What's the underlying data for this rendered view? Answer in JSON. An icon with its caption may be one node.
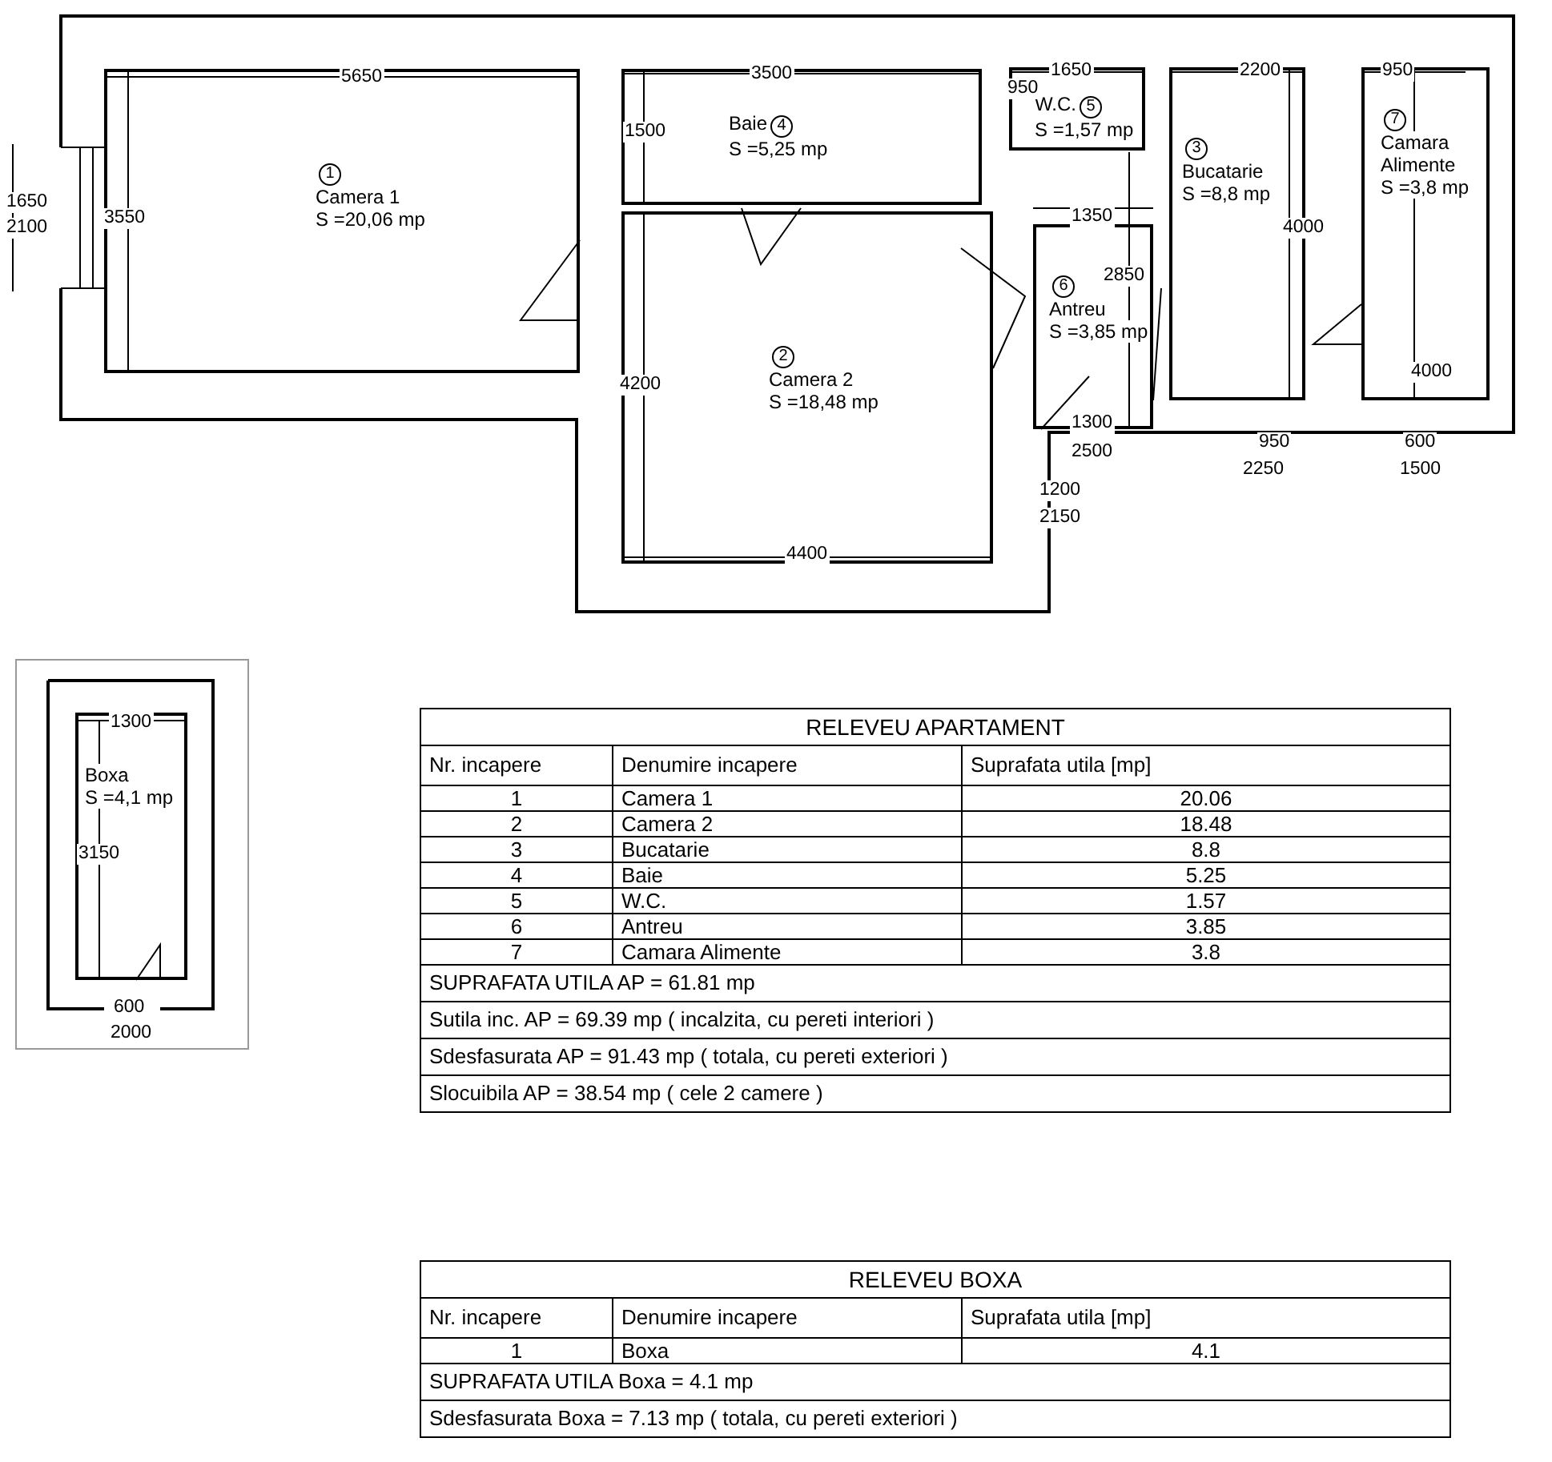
{
  "diagram": {
    "nodes": [
      {
        "text": [
          "1",
          "Camera 1",
          "S =20,06 mp"
        ]
      },
      {
        "text": [
          "Baie",
          "4",
          "S =5,25 mp"
        ]
      },
      {
        "text": [
          "W.C.",
          "5",
          "S =1,57 mp"
        ]
      },
      {
        "text": [
          "3",
          "Bucatarie",
          "S =8,8 mp"
        ]
      },
      {
        "text": [
          "7",
          "Camara Alimente",
          "S =3,8 mp"
        ]
      },
      {
        "text": [
          "2",
          "Camera 2",
          "S =18,48 mp"
        ]
      },
      {
        "text": [
          "6",
          "Antreu",
          "S =3,85 mp"
        ]
      },
      {
        "text": [
          "Boxa",
          "S =4,1 mp"
        ]
      }
    ],
    "edges": [],
    "labels": [
      "5650",
      "3500",
      "1650",
      "2200",
      "950",
      "950",
      "1500",
      "1650",
      "2100",
      "3550",
      "1350",
      "2850",
      "4000",
      "4200",
      "4000",
      "1300",
      "2500",
      "950",
      "2250",
      "600",
      "1500",
      "1200",
      "2150",
      "4400",
      "1300",
      "3150",
      "600",
      "2000",
      "RELEVEU APARTAMENT",
      "Nr. incapere",
      "Denumire incapere",
      "Suprafata utila [mp]",
      "1",
      "Camera 1",
      "20.06",
      "2",
      "Camera 2",
      "18.48",
      "3",
      "Bucatarie",
      "8.8",
      "4",
      "Baie",
      "5.25",
      "5",
      "W.C.",
      "1.57",
      "6",
      "Antreu",
      "3.85",
      "7",
      "Camara Alimente",
      "3.8",
      "SUPRAFATA UTILA AP = 61.81 mp",
      "Sutila inc. AP = 69.39 mp ( incalzita, cu pereti interiori )",
      "Sdesfasurata AP = 91.43 mp ( totala, cu pereti exteriori )",
      "Slocuibila AP = 38.54 mp ( cele 2 camere )",
      "RELEVEU BOXA",
      "Nr. incapere",
      "Denumire incapere",
      "Suprafata utila [mp]",
      "1",
      "Boxa",
      "4.1",
      "SUPRAFATA UTILA Boxa = 4.1 mp",
      "Sdesfasurata Boxa = 7.13 mp ( totala, cu pereti exteriori )"
    ]
  }
}
